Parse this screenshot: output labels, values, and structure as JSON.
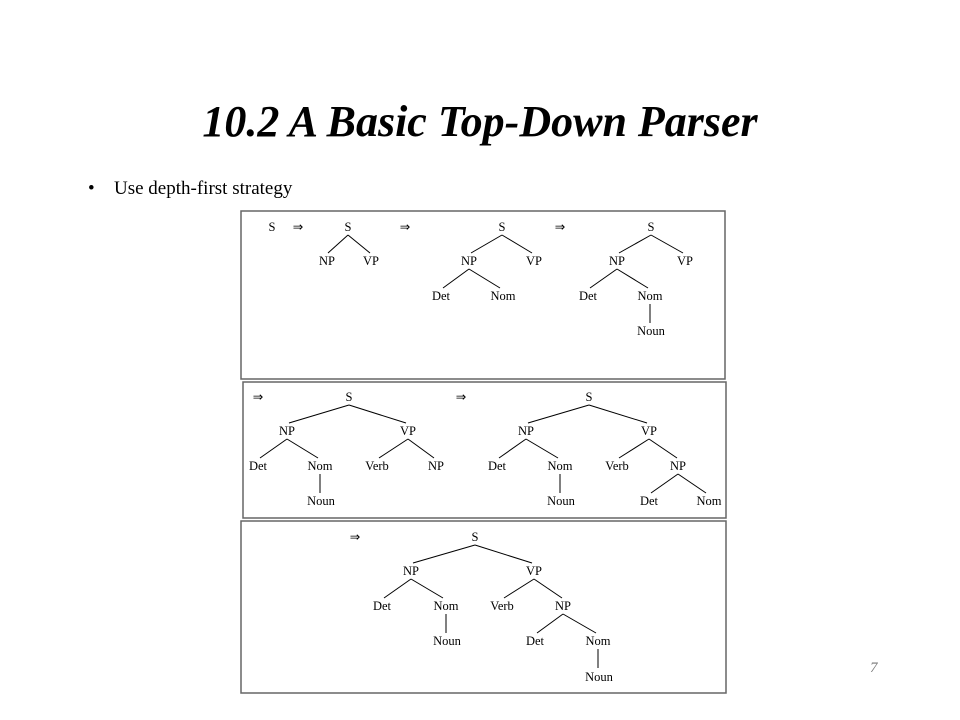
{
  "slide": {
    "title": "10.2 A Basic Top-Down Parser",
    "bullet": "Use depth-first strategy",
    "page_number": "7"
  },
  "diagram": {
    "arrow_symbol": "⇒",
    "panels": [
      {
        "steps": [
          {
            "root": "S"
          },
          {
            "root": "S",
            "children": [
              "NP",
              "VP"
            ]
          },
          {
            "root": "S",
            "children": [
              "NP",
              "VP"
            ],
            "np_children": [
              "Det",
              "Nom"
            ]
          },
          {
            "root": "S",
            "children": [
              "NP",
              "VP"
            ],
            "np_children": [
              "Det",
              "Nom"
            ],
            "nom_children": [
              "Noun"
            ]
          }
        ]
      },
      {
        "steps": [
          {
            "root": "S",
            "children": [
              "NP",
              "VP"
            ],
            "np_children": [
              "Det",
              "Nom"
            ],
            "nom_children": [
              "Noun"
            ],
            "vp_children": [
              "Verb",
              "NP"
            ]
          },
          {
            "root": "S",
            "children": [
              "NP",
              "VP"
            ],
            "np_children": [
              "Det",
              "Nom"
            ],
            "nom_children": [
              "Noun"
            ],
            "vp_children": [
              "Verb",
              "NP"
            ],
            "vp_np_children": [
              "Det",
              "Nom"
            ]
          }
        ]
      },
      {
        "steps": [
          {
            "root": "S",
            "children": [
              "NP",
              "VP"
            ],
            "np_children": [
              "Det",
              "Nom"
            ],
            "nom_children": [
              "Noun"
            ],
            "vp_children": [
              "Verb",
              "NP"
            ],
            "vp_np_children": [
              "Det",
              "Nom"
            ],
            "vp_nom_children": [
              "Noun"
            ]
          }
        ]
      }
    ]
  }
}
